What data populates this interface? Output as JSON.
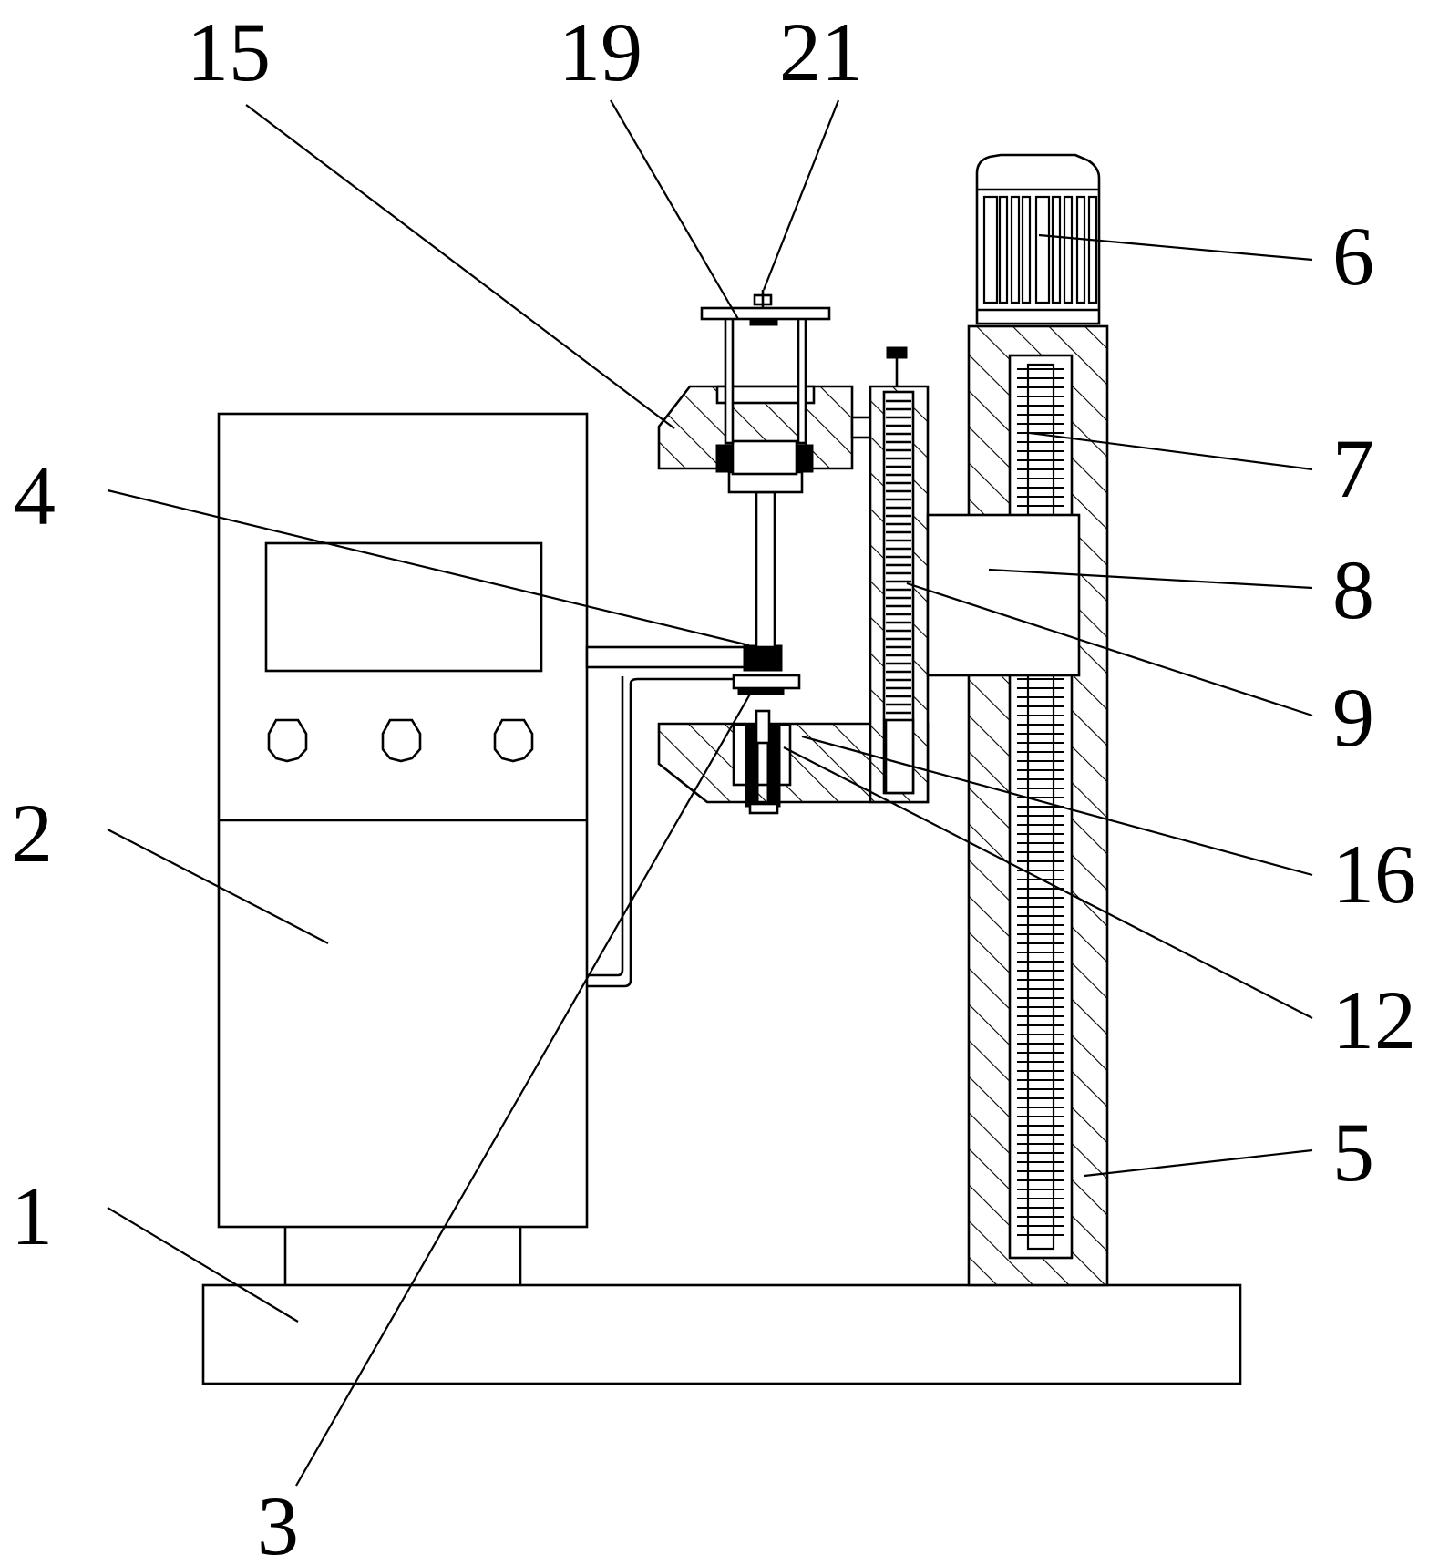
{
  "figure": {
    "type": "patent technical drawing",
    "description": "Side elevation of a machine with base, control cabinet, vertical screw column with motor, sliding carriage and hatched clamping assembly"
  },
  "labels": [
    {
      "id": "1",
      "text": "1",
      "part": "base-plate"
    },
    {
      "id": "2",
      "text": "2",
      "part": "control-cabinet"
    },
    {
      "id": "3",
      "text": "3",
      "part": "lower-chuck-pipe"
    },
    {
      "id": "4",
      "text": "4",
      "part": "horizontal-arm"
    },
    {
      "id": "5",
      "text": "5",
      "part": "vertical-column"
    },
    {
      "id": "6",
      "text": "6",
      "part": "motor"
    },
    {
      "id": "7",
      "text": "7",
      "part": "lead-screw"
    },
    {
      "id": "8",
      "text": "8",
      "part": "slider-block"
    },
    {
      "id": "9",
      "text": "9",
      "part": "adjusting-screw"
    },
    {
      "id": "12",
      "text": "12",
      "part": "lower-clamp-block"
    },
    {
      "id": "15",
      "text": "15",
      "part": "guide-sleeve"
    },
    {
      "id": "16",
      "text": "16",
      "part": "upper-clamp-block"
    },
    {
      "id": "19",
      "text": "19",
      "part": "guide-rod"
    },
    {
      "id": "21",
      "text": "21",
      "part": "top-knob"
    }
  ],
  "control_panel": {
    "display": "screen",
    "buttons": [
      "knob-1",
      "knob-2",
      "knob-3"
    ]
  }
}
